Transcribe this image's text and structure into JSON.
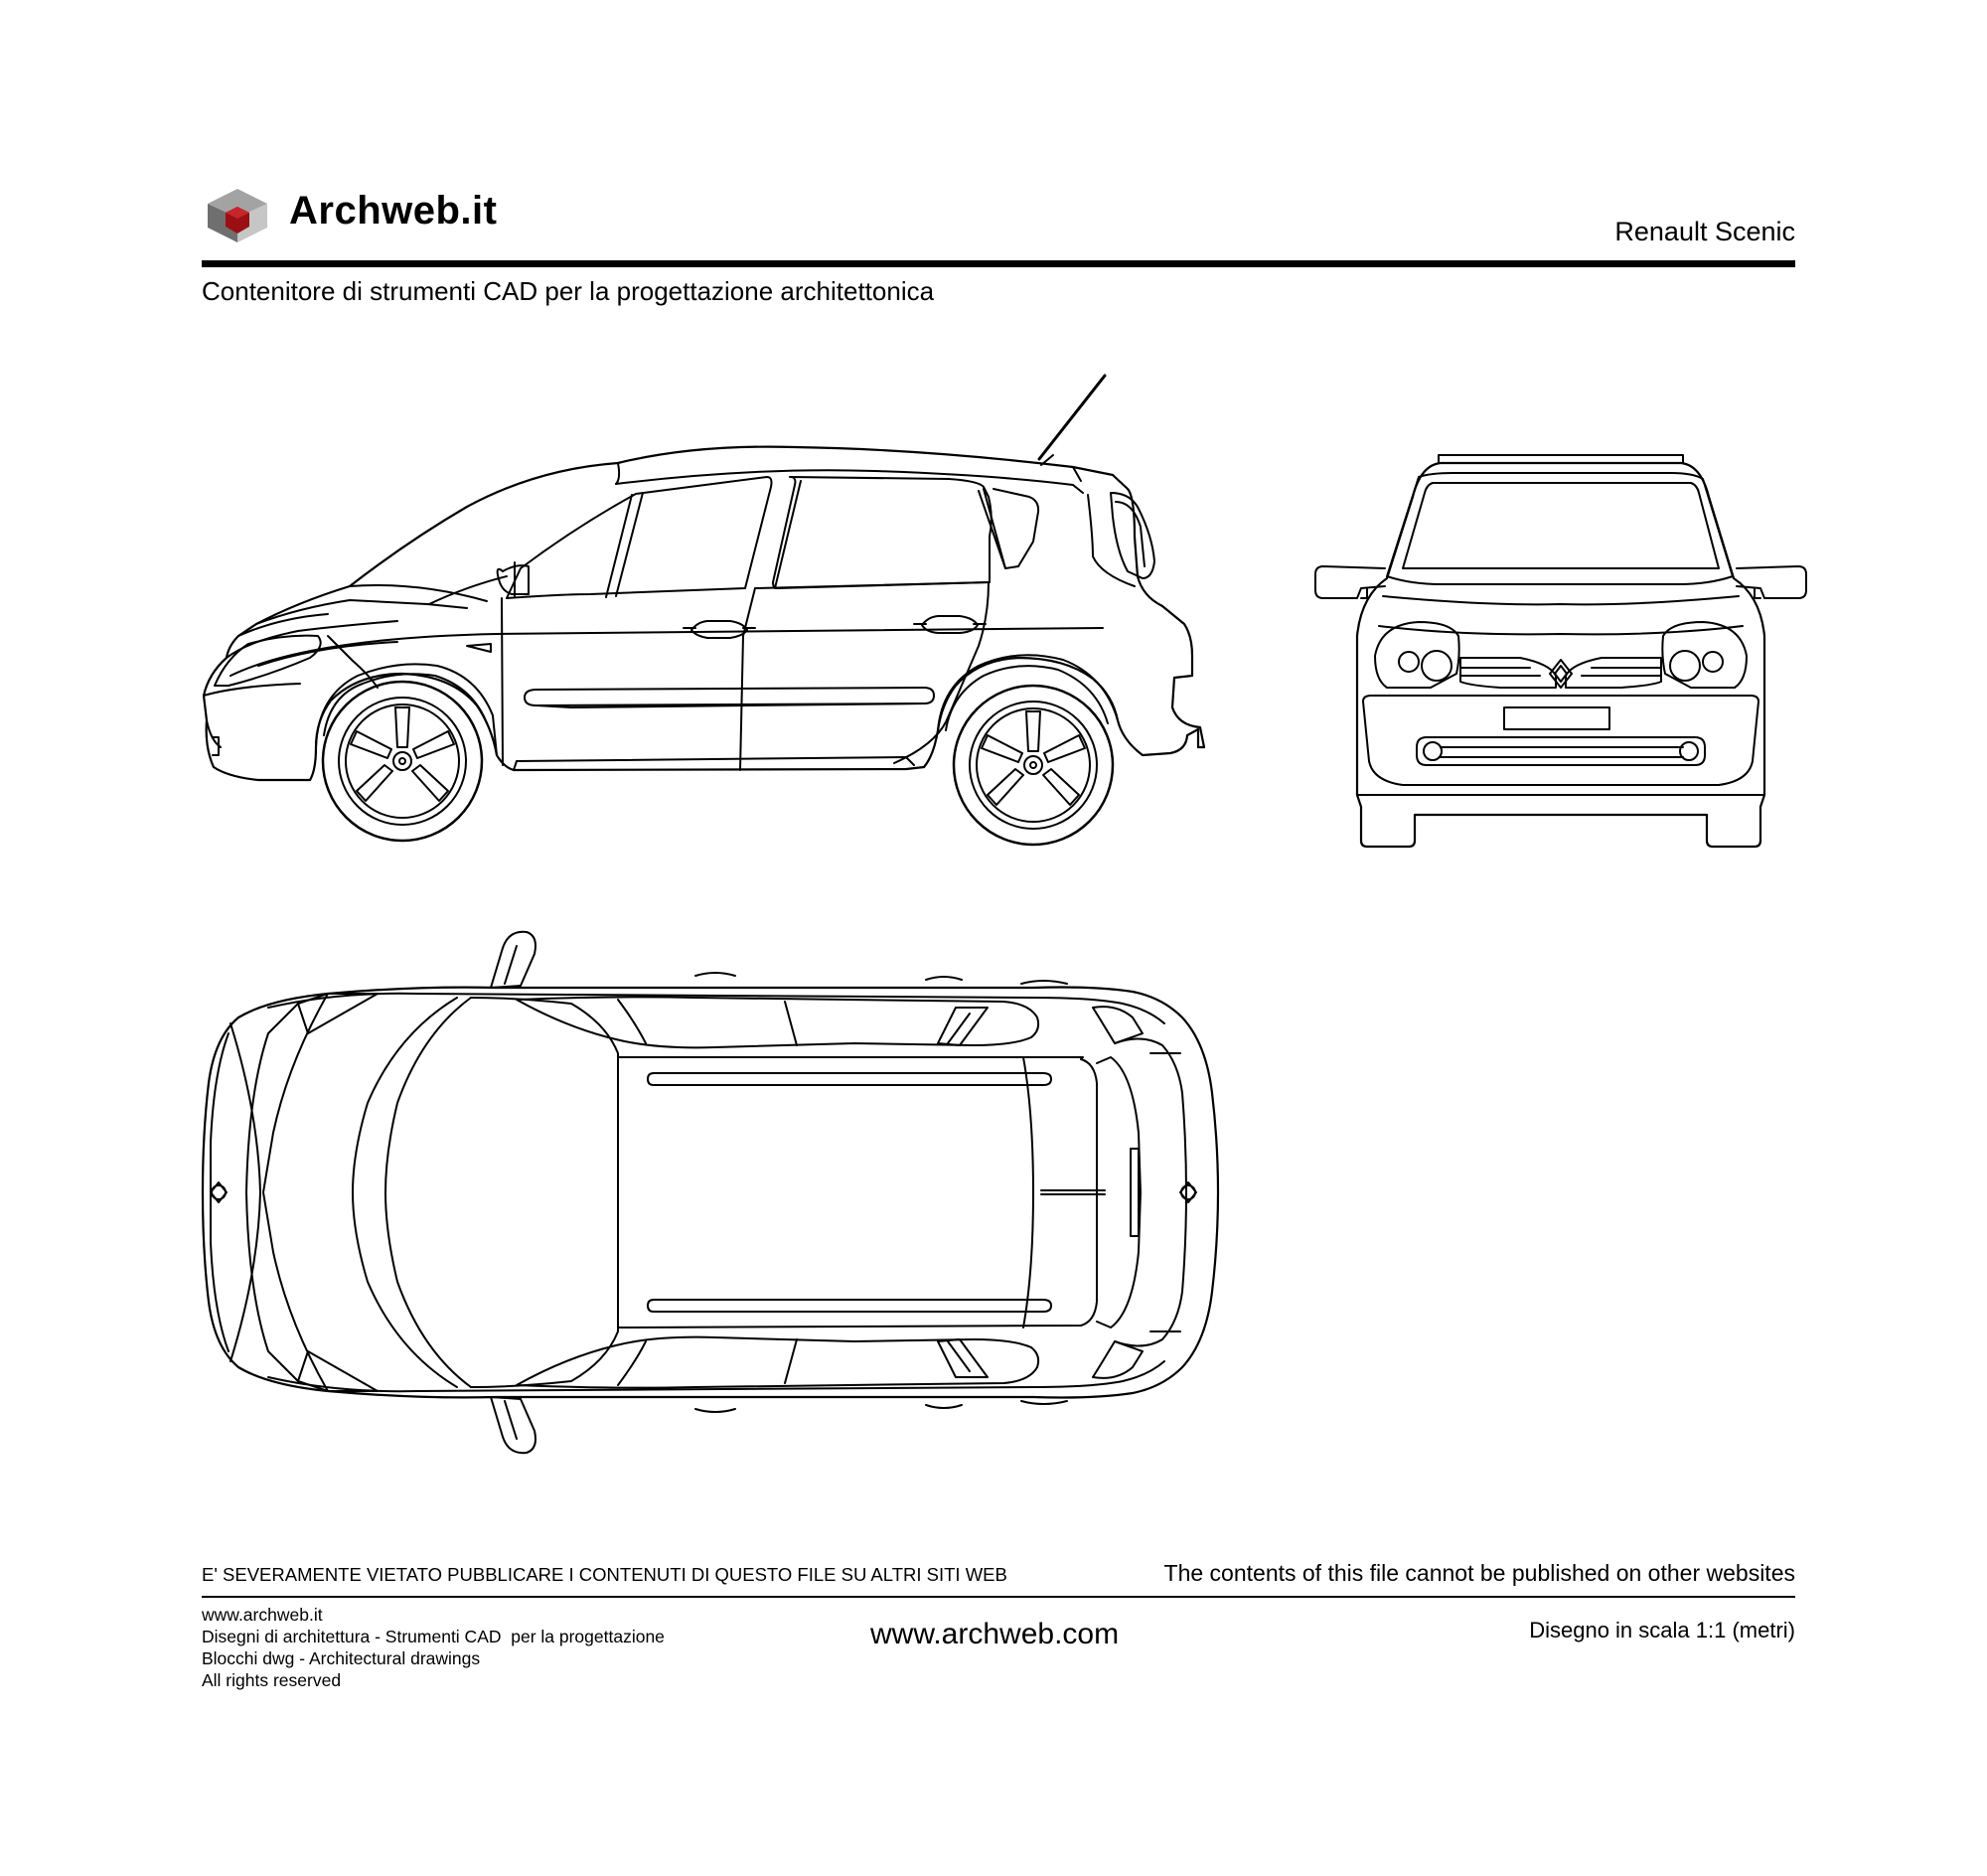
{
  "header": {
    "brand": "Archweb.it",
    "title": "Renault Scenic",
    "tagline": "Contenitore di strumenti CAD per la progettazione architettonica"
  },
  "drawing": {
    "views": [
      "side-view",
      "front-view",
      "top-view"
    ]
  },
  "footer": {
    "warning_it": "E' SEVERAMENTE VIETATO PUBBLICARE I CONTENUTI DI QUESTO FILE SU ALTRI SITI WEB",
    "warning_en": "The contents of this file cannot be published on other websites",
    "left_lines": [
      "www.archweb.it",
      "Disegni di architettura - Strumenti CAD  per la progettazione",
      "Blocchi dwg - Architectural drawings",
      "All rights reserved"
    ],
    "center_url": "www.archweb.com",
    "scale": "Disegno in scala 1:1 (metri)"
  },
  "colors": {
    "logo_top": "#9a9a9a",
    "logo_left": "#6f6f6f",
    "logo_right": "#c4c4c4",
    "logo_core": "#9b0f14"
  }
}
